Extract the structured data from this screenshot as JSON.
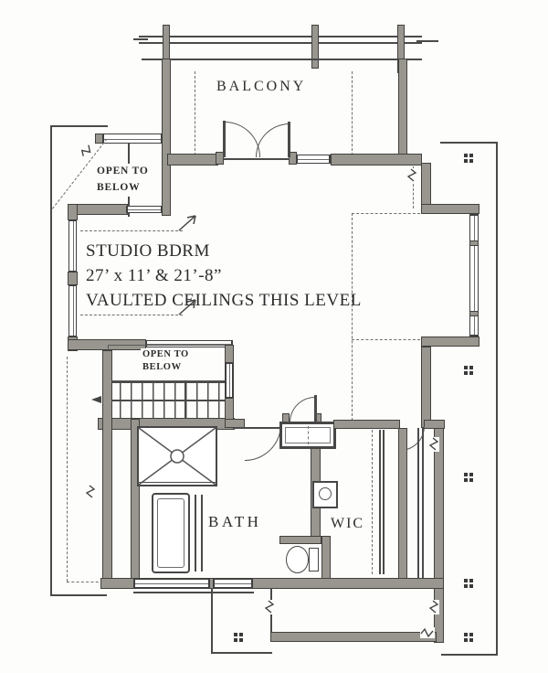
{
  "drawing": {
    "type": "architectural-floor-plan",
    "level": "upper"
  },
  "labels": {
    "balcony": "BALCONY",
    "open_to_below_upper": {
      "line1": "OPEN TO",
      "line2": "BELOW"
    },
    "studio": {
      "line1": "STUDIO BDRM",
      "line2": "27’ x 11’ & 21’-8”",
      "line3": "VAULTED CEILINGS THIS LEVEL"
    },
    "open_to_below_stair": {
      "line1": "OPEN TO",
      "line2": "BELOW"
    },
    "bath": "BATH",
    "wic": "WIC"
  },
  "colors": {
    "background": "#fdfdfb",
    "wall_fill": "#98968f",
    "wall_edge": "#43413d",
    "line": "#4a4a4a",
    "dashed_line": "#6e6e6e",
    "text": "#2b2b2b"
  }
}
